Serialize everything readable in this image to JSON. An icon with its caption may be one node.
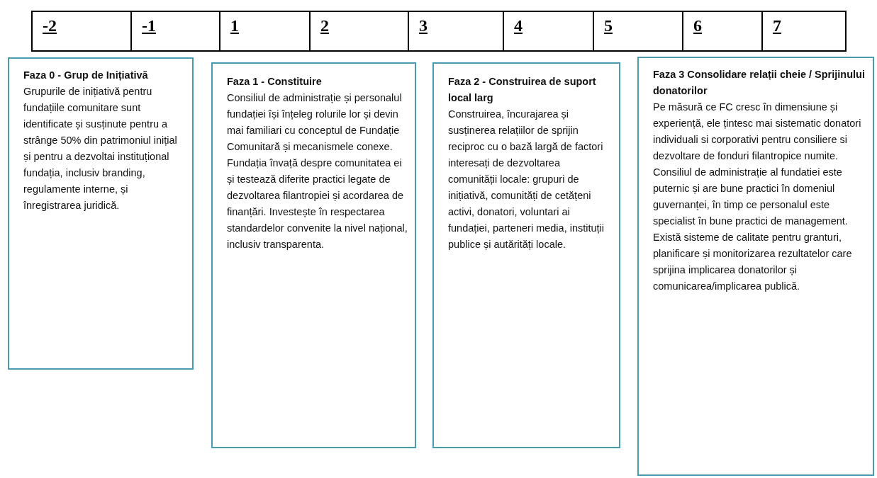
{
  "diagram": {
    "nodes": [
      {
        "text": [
          "Faza 0 - Grup de Inițiativă",
          "Grupurile de inițiativă pentru fundațiile comunitare sunt identificate și susținute pentru a strânge 50% din patrimoniul inițial și pentru a dezvoltai instituțional fundația, inclusiv branding, regulamente interne, și înregistrarea juridică."
        ]
      },
      {
        "text": [
          "Faza 1 - Constituire",
          "Consiliul de administrație și personalul fundației își înțeleg rolurile lor și devin mai familiari cu conceptul de Fundație Comunitară și mecanismele conexe. Fundația învață despre comunitatea ei și testează diferite practici legate de dezvoltarea filantropiei și acordarea de finanțări.  Investește în respectarea standardelor convenite la nivel național, inclusiv transparenta."
        ]
      },
      {
        "text": [
          "Faza 2 - Construirea de suport local larg",
          "Construirea, încurajarea și susținerea relațiilor de sprijin reciproc cu o bază largă de factori interesați de dezvoltarea comunității locale: grupuri de inițiativă, comunități de cetățeni activi, donatori, voluntari ai fundației, parteneri media, instituții publice și autărități locale."
        ]
      },
      {
        "text": [
          "Faza 3 Consolidare relații cheie / Sprijinului donatorilor",
          "Pe măsură ce FC cresc în dimensiune și experiență, ele țintesc mai sistematic donatori individuali si corporativi pentru consiliere si dezvoltare de fonduri filantropice numite. Consiliul de administrație al fundatiei este puternic și are bune practici în domeniul guvernanței, în timp ce personalul este specialist în bune practici de management. Există sisteme de calitate pentru granturi, planificare și monitorizarea rezultatelor care sprijina implicarea donatorilor și comunicarea/implicarea publică."
        ]
      }
    ],
    "labels": [
      "-2",
      "-1",
      "1",
      "2",
      "3",
      "4",
      "5",
      "6",
      "7"
    ]
  }
}
